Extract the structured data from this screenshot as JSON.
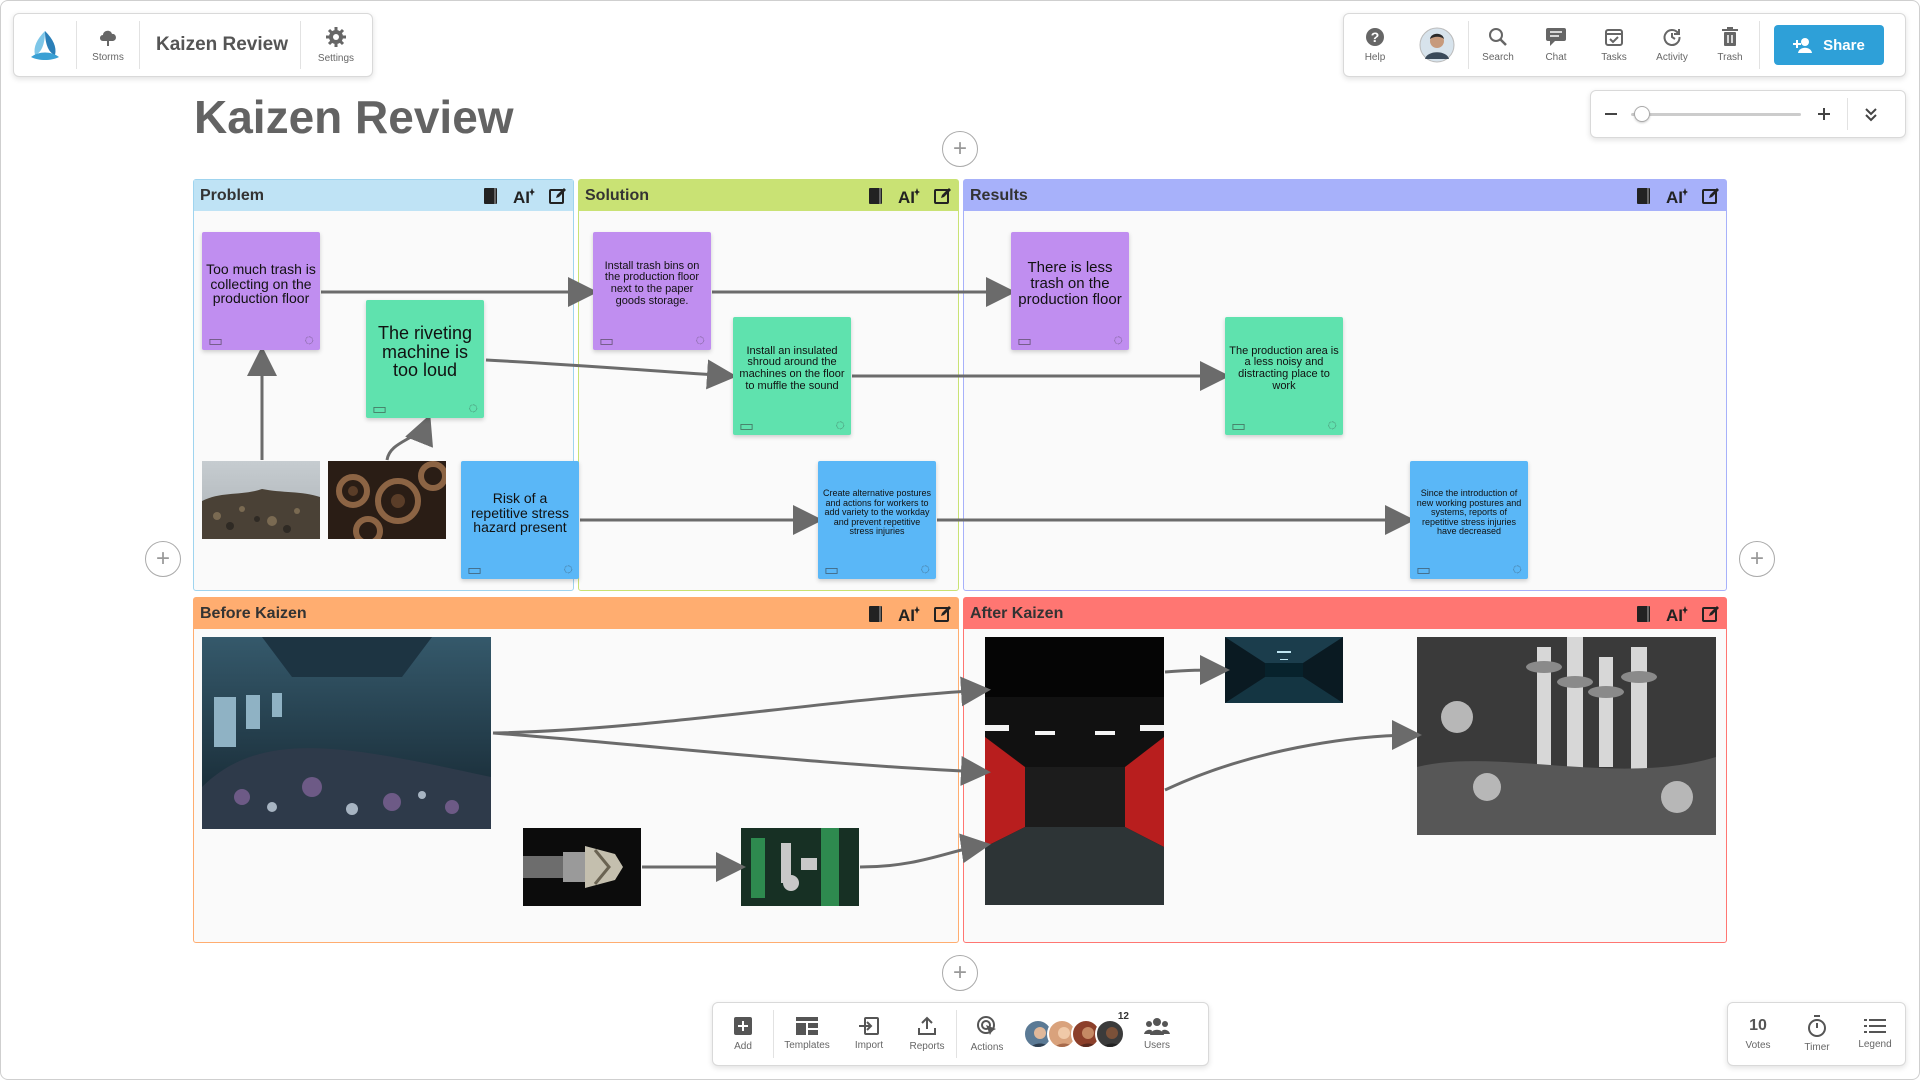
{
  "app": {
    "board_title": "Kaizen Review",
    "page_heading": "Kaizen Review"
  },
  "left_toolbar": {
    "storms_label": "Storms",
    "settings_label": "Settings"
  },
  "right_toolbar": {
    "help_label": "Help",
    "search_label": "Search",
    "chat_label": "Chat",
    "tasks_label": "Tasks",
    "activity_label": "Activity",
    "trash_label": "Trash",
    "share_label": "Share"
  },
  "zoom": {
    "level_fraction": 0.02
  },
  "sections": {
    "problem": {
      "title": "Problem",
      "color": "#bfe3f5",
      "border": "#9fd4ef"
    },
    "solution": {
      "title": "Solution",
      "color": "#c9e274",
      "border": "#c9e274"
    },
    "results": {
      "title": "Results",
      "color": "#a7b1fa",
      "border": "#a7b1fa"
    },
    "before": {
      "title": "Before Kaizen",
      "color": "#ffad70",
      "border": "#ffad70"
    },
    "after": {
      "title": "After Kaizen",
      "color": "#ff7672",
      "border": "#ff7672"
    }
  },
  "notes": {
    "n1": "Too much trash is collecting on the production floor",
    "n2": "The riveting machine is too loud",
    "n3": "Risk of a repetitive stress hazard present",
    "n4": "Install trash bins on the production floor next to the paper goods storage.",
    "n5": "Install an insulated shroud around the machines on the floor to muffle the sound",
    "n6": "Create alternative postures and actions for workers to add variety to the workday and prevent repetitive stress injuries",
    "n7": "There is less trash on the production floor",
    "n8": "The production area is a less noisy and distracting place to work",
    "n9": "Since the introduction of new working postures and systems, reports of repetitive stress injuries have decreased"
  },
  "bottom_toolbar": {
    "add_label": "Add",
    "templates_label": "Templates",
    "import_label": "Import",
    "reports_label": "Reports",
    "actions_label": "Actions",
    "users_label": "Users",
    "users_count": "12"
  },
  "br_toolbar": {
    "votes_count": "10",
    "votes_label": "Votes",
    "timer_label": "Timer",
    "legend_label": "Legend"
  },
  "colors": {
    "share": "#2ea0d8",
    "connector": "#6b6b6b"
  }
}
